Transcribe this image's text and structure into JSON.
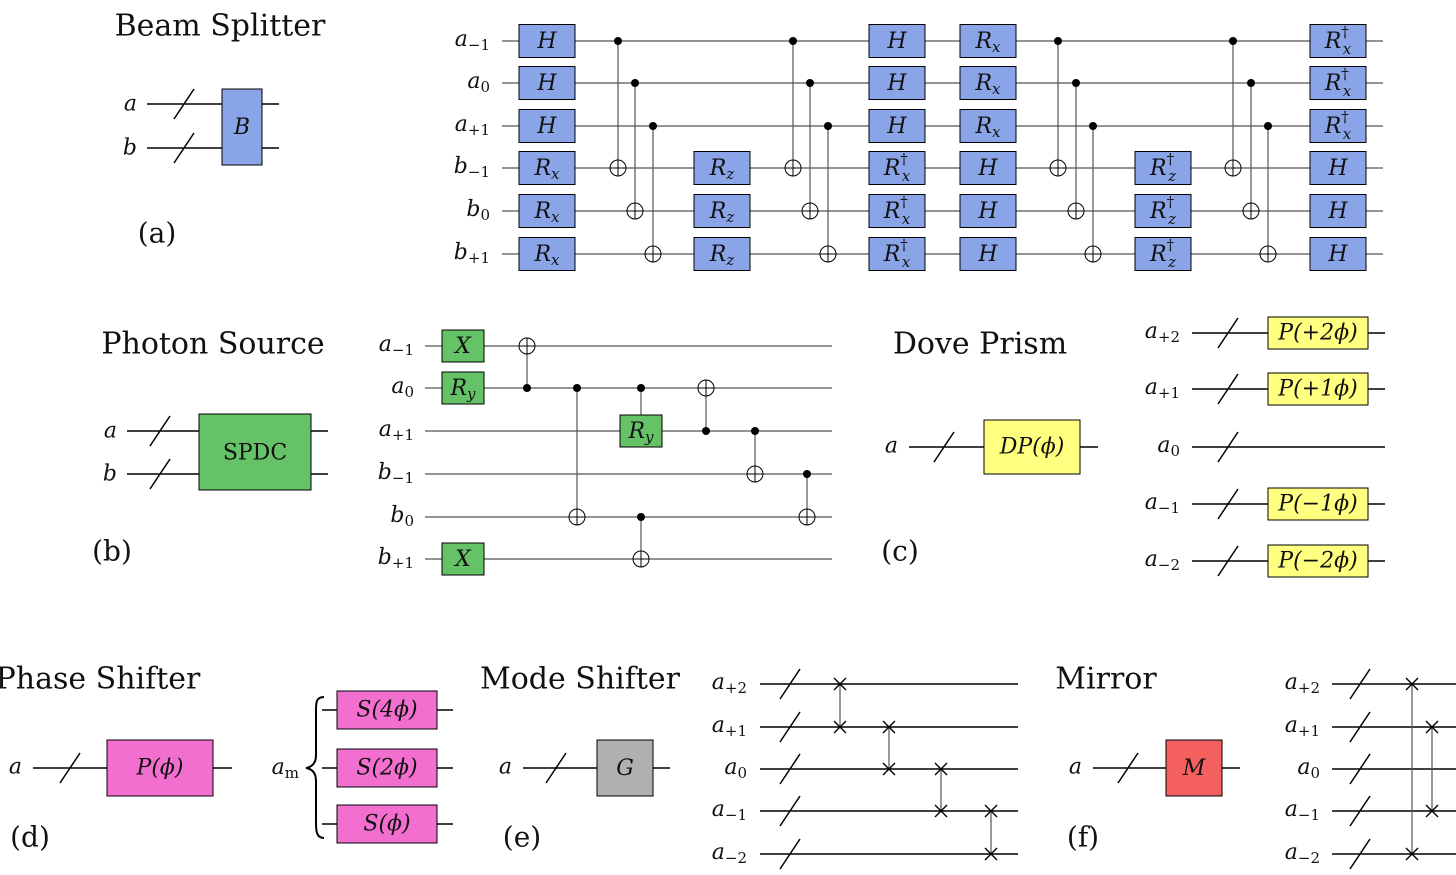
{
  "colors": {
    "beam_splitter": "#8aa4e8",
    "photon_source": "#66c266",
    "dove_prism": "#ffff80",
    "phase_shifter": "#f26fcf",
    "mode_shifter": "#b0b0b0",
    "mirror": "#f46060"
  },
  "titles": {
    "beam_splitter": "Beam Splitter",
    "photon_source": "Photon Source",
    "dove_prism": "Dove Prism",
    "phase_shifter": "Phase Shifter",
    "mode_shifter": "Mode Shifter",
    "mirror": "Mirror"
  },
  "panels": {
    "a": "(a)",
    "b": "(b)",
    "c": "(c)",
    "d": "(d)",
    "e": "(e)",
    "f": "(f)"
  },
  "beam_splitter": {
    "wires": [
      "a",
      "b"
    ],
    "gate": "B",
    "circuit_wires": [
      {
        "base": "a",
        "sub": "−1"
      },
      {
        "base": "a",
        "sub": "0"
      },
      {
        "base": "a",
        "sub": "+1"
      },
      {
        "base": "b",
        "sub": "−1"
      },
      {
        "base": "b",
        "sub": "0"
      },
      {
        "base": "b",
        "sub": "+1"
      }
    ],
    "gate_labels": {
      "H": "H",
      "Rx": "R",
      "Rx_sub": "x",
      "Rz": "R",
      "Rz_sub": "z",
      "dagger": "†"
    }
  },
  "photon_source": {
    "wires": [
      "a",
      "b"
    ],
    "gate": "SPDC",
    "circuit_wires": [
      {
        "base": "a",
        "sub": "−1"
      },
      {
        "base": "a",
        "sub": "0"
      },
      {
        "base": "a",
        "sub": "+1"
      },
      {
        "base": "b",
        "sub": "−1"
      },
      {
        "base": "b",
        "sub": "0"
      },
      {
        "base": "b",
        "sub": "+1"
      }
    ],
    "gate_labels": {
      "X": "X",
      "Ry": "R",
      "Ry_sub": "y"
    }
  },
  "dove_prism": {
    "wire": "a",
    "gate": "DP(ϕ)",
    "circuit_wires": [
      {
        "base": "a",
        "sub": "+2",
        "gate": "P(+2ϕ)"
      },
      {
        "base": "a",
        "sub": "+1",
        "gate": "P(+1ϕ)"
      },
      {
        "base": "a",
        "sub": "0",
        "gate": ""
      },
      {
        "base": "a",
        "sub": "−1",
        "gate": "P(−1ϕ)"
      },
      {
        "base": "a",
        "sub": "−2",
        "gate": "P(−2ϕ)"
      }
    ]
  },
  "phase_shifter": {
    "wire": "a",
    "gate": "P(ϕ)",
    "register": {
      "base": "a",
      "sub": "m"
    },
    "gates": [
      "S(4ϕ)",
      "S(2ϕ)",
      "S(ϕ)"
    ]
  },
  "mode_shifter": {
    "wire": "a",
    "gate": "G",
    "circuit_wires": [
      {
        "base": "a",
        "sub": "+2"
      },
      {
        "base": "a",
        "sub": "+1"
      },
      {
        "base": "a",
        "sub": "0"
      },
      {
        "base": "a",
        "sub": "−1"
      },
      {
        "base": "a",
        "sub": "−2"
      }
    ]
  },
  "mirror": {
    "wire": "a",
    "gate": "M",
    "circuit_wires": [
      {
        "base": "a",
        "sub": "+2"
      },
      {
        "base": "a",
        "sub": "+1"
      },
      {
        "base": "a",
        "sub": "0"
      },
      {
        "base": "a",
        "sub": "−1"
      },
      {
        "base": "a",
        "sub": "−2"
      }
    ]
  }
}
